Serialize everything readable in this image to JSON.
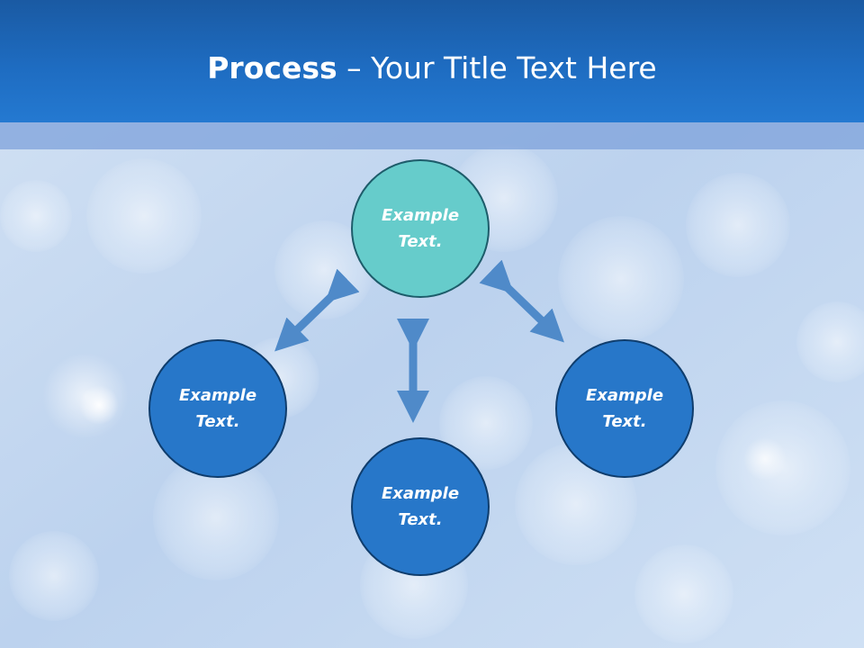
{
  "slide": {
    "title_bold": "Process",
    "title_rest": " – Your Title Text Here"
  },
  "diagram": {
    "nodes": [
      {
        "id": "center",
        "label": "Example\nText.",
        "color": "#66cccb"
      },
      {
        "id": "left",
        "label": "Example\nText.",
        "color": "#2777c9"
      },
      {
        "id": "bottom",
        "label": "Example\nText.",
        "color": "#2777c9"
      },
      {
        "id": "right",
        "label": "Example\nText.",
        "color": "#2777c9"
      }
    ],
    "arrow_color": "#4f8ac9",
    "header_color": "#1e6cc1"
  }
}
